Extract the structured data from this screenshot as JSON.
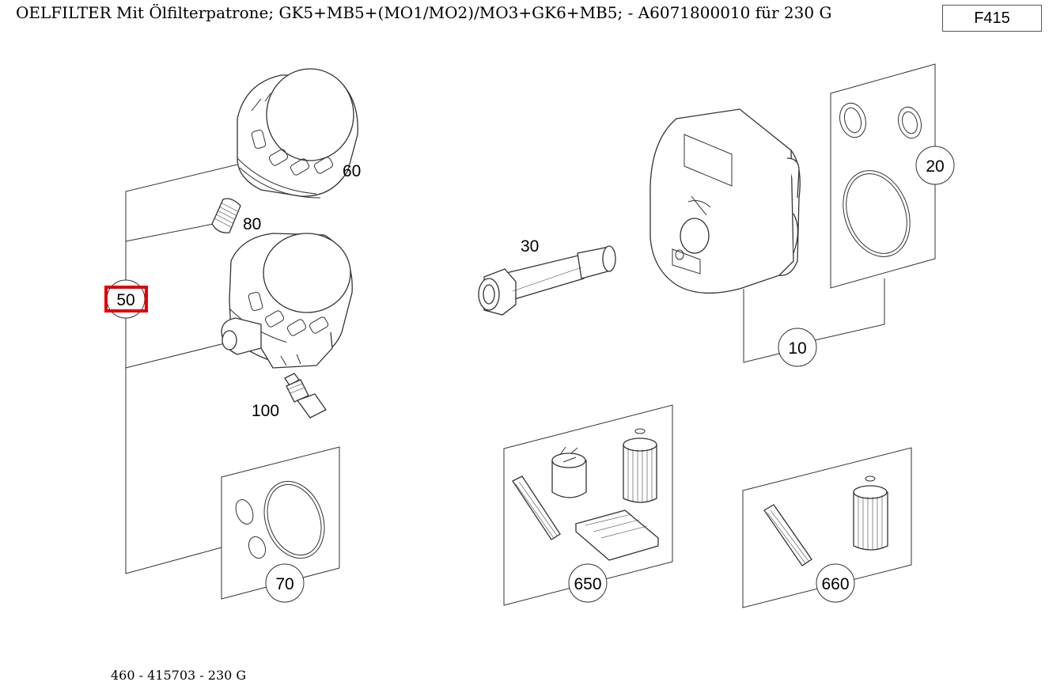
{
  "header": {
    "title": "OELFILTER Mit Ölfilterpatrone; GK5+MB5+(MO1/MO2)/MO3+GK6+MB5; - A6071800010 für 230 G",
    "group_code": "F415"
  },
  "footer": {
    "reference": "460 - 415703 - 230 G"
  },
  "callouts": {
    "p10": "10",
    "p20": "20",
    "p30": "30",
    "p50": "50",
    "p60": "60",
    "p70": "70",
    "p80": "80",
    "p100": "100",
    "p650": "650",
    "p660": "660"
  },
  "highlight": {
    "selected_position": "50",
    "color": "#e00000"
  }
}
